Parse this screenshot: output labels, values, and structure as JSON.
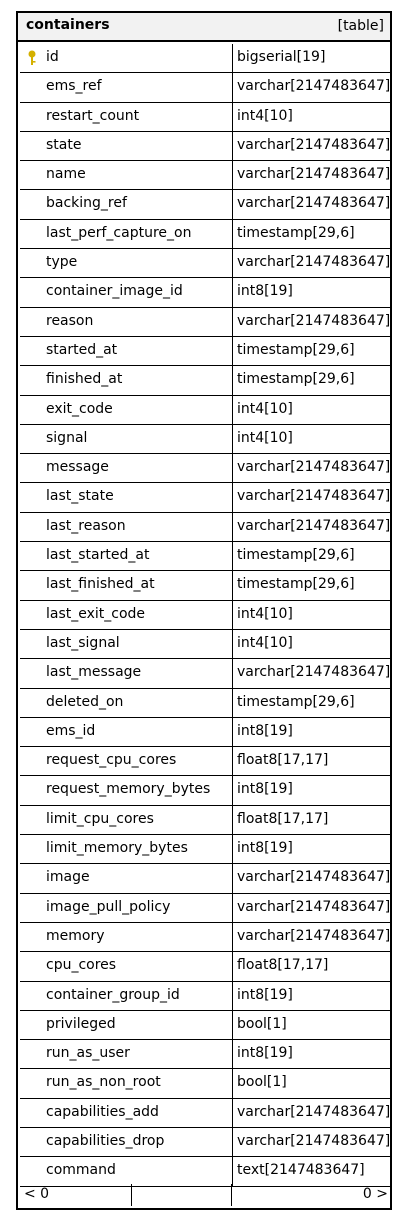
{
  "table": {
    "name": "containers",
    "kind": "[table]",
    "columns": [
      {
        "name": "id",
        "type": "bigserial[19]",
        "key": true
      },
      {
        "name": "ems_ref",
        "type": "varchar[2147483647]"
      },
      {
        "name": "restart_count",
        "type": "int4[10]"
      },
      {
        "name": "state",
        "type": "varchar[2147483647]"
      },
      {
        "name": "name",
        "type": "varchar[2147483647]"
      },
      {
        "name": "backing_ref",
        "type": "varchar[2147483647]"
      },
      {
        "name": "last_perf_capture_on",
        "type": "timestamp[29,6]"
      },
      {
        "name": "type",
        "type": "varchar[2147483647]"
      },
      {
        "name": "container_image_id",
        "type": "int8[19]"
      },
      {
        "name": "reason",
        "type": "varchar[2147483647]"
      },
      {
        "name": "started_at",
        "type": "timestamp[29,6]"
      },
      {
        "name": "finished_at",
        "type": "timestamp[29,6]"
      },
      {
        "name": "exit_code",
        "type": "int4[10]"
      },
      {
        "name": "signal",
        "type": "int4[10]"
      },
      {
        "name": "message",
        "type": "varchar[2147483647]"
      },
      {
        "name": "last_state",
        "type": "varchar[2147483647]"
      },
      {
        "name": "last_reason",
        "type": "varchar[2147483647]"
      },
      {
        "name": "last_started_at",
        "type": "timestamp[29,6]"
      },
      {
        "name": "last_finished_at",
        "type": "timestamp[29,6]"
      },
      {
        "name": "last_exit_code",
        "type": "int4[10]"
      },
      {
        "name": "last_signal",
        "type": "int4[10]"
      },
      {
        "name": "last_message",
        "type": "varchar[2147483647]"
      },
      {
        "name": "deleted_on",
        "type": "timestamp[29,6]"
      },
      {
        "name": "ems_id",
        "type": "int8[19]"
      },
      {
        "name": "request_cpu_cores",
        "type": "float8[17,17]"
      },
      {
        "name": "request_memory_bytes",
        "type": "int8[19]"
      },
      {
        "name": "limit_cpu_cores",
        "type": "float8[17,17]"
      },
      {
        "name": "limit_memory_bytes",
        "type": "int8[19]"
      },
      {
        "name": "image",
        "type": "varchar[2147483647]"
      },
      {
        "name": "image_pull_policy",
        "type": "varchar[2147483647]"
      },
      {
        "name": "memory",
        "type": "varchar[2147483647]"
      },
      {
        "name": "cpu_cores",
        "type": "float8[17,17]"
      },
      {
        "name": "container_group_id",
        "type": "int8[19]"
      },
      {
        "name": "privileged",
        "type": "bool[1]"
      },
      {
        "name": "run_as_user",
        "type": "int8[19]"
      },
      {
        "name": "run_as_non_root",
        "type": "bool[1]"
      },
      {
        "name": "capabilities_add",
        "type": "varchar[2147483647]"
      },
      {
        "name": "capabilities_drop",
        "type": "varchar[2147483647]"
      },
      {
        "name": "command",
        "type": "text[2147483647]"
      }
    ],
    "footer": {
      "left": "< 0",
      "right": "0 >"
    },
    "colors": {
      "header_bg": "#f2f2f2",
      "key_icon": "#d4b000",
      "border": "#000000"
    },
    "key_icon_name": "primary-key-icon"
  }
}
